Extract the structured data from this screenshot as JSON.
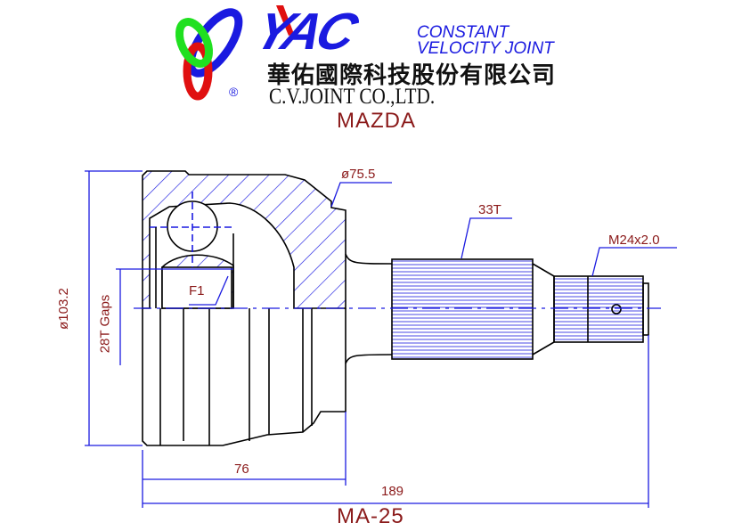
{
  "header": {
    "brand_logo_text": "YAC",
    "tagline_line1": "CONSTANT",
    "tagline_line2": "VELOCITY JOINT",
    "company_chinese": "華佑國際科技股份有限公司",
    "company_english": "C.V.JOINT CO.,LTD.",
    "registered_mark": "®",
    "vehicle_make": "MAZDA"
  },
  "drawing": {
    "dimensions": {
      "outer_diameter": "ø103.2",
      "seal_diameter": "ø75.5",
      "inner_teeth": "28T Gaps",
      "outer_spline": "33T",
      "thread": "M24x2.0",
      "bell_length": "76",
      "overall_length": "189",
      "feature_label": "F1"
    },
    "part_number": "MA-25"
  },
  "colors": {
    "line": "#1a1ae0",
    "text": "#8b1a1a",
    "logo_red": "#e01010",
    "logo_green": "#20e020",
    "logo_blue": "#1a1ae0"
  }
}
